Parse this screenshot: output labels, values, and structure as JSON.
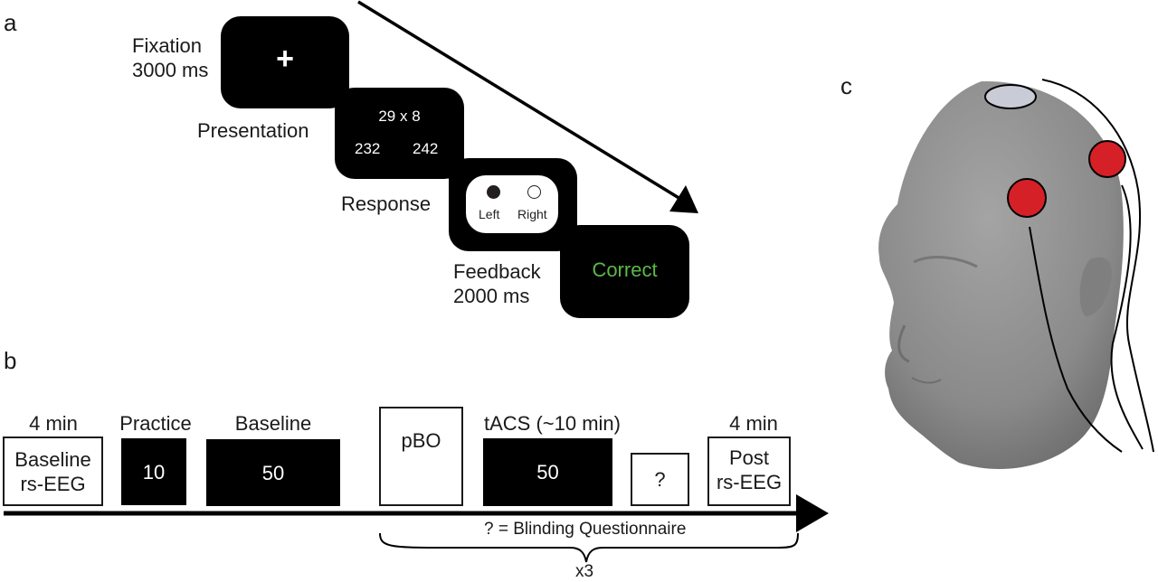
{
  "panels": {
    "a": "a",
    "b": "b",
    "c": "c"
  },
  "panel_a": {
    "fixation": {
      "label_line1": "Fixation",
      "label_line2": "3000 ms",
      "symbol": "+"
    },
    "presentation": {
      "label": "Presentation",
      "problem": "29 x 8",
      "option_left": "232",
      "option_right": "242"
    },
    "response": {
      "label": "Response",
      "left": "Left",
      "right": "Right"
    },
    "feedback": {
      "label_line1": "Feedback",
      "label_line2": "2000 ms",
      "text": "Correct",
      "text_color": "#5bb847"
    }
  },
  "panel_b": {
    "baseline_eeg": {
      "top_label": "4 min",
      "line1": "Baseline",
      "line2": "rs-EEG"
    },
    "practice": {
      "top_label": "Practice",
      "count": "10"
    },
    "baseline": {
      "top_label": "Baseline",
      "count": "50"
    },
    "pbo": {
      "text": "pBO"
    },
    "tacs": {
      "top_label": "tACS (~10 min)",
      "count": "50"
    },
    "questionnaire": {
      "text": "?"
    },
    "post_eeg": {
      "top_label": "4 min",
      "line1": "Post",
      "line2": "rs-EEG"
    },
    "legend": "? = Blinding Questionnaire",
    "repeat": "x3"
  },
  "panel_c": {
    "electrode_colors": {
      "stim": "#d62028",
      "reference": "#c9ccd6"
    },
    "head_color": "#8e8e8e"
  }
}
